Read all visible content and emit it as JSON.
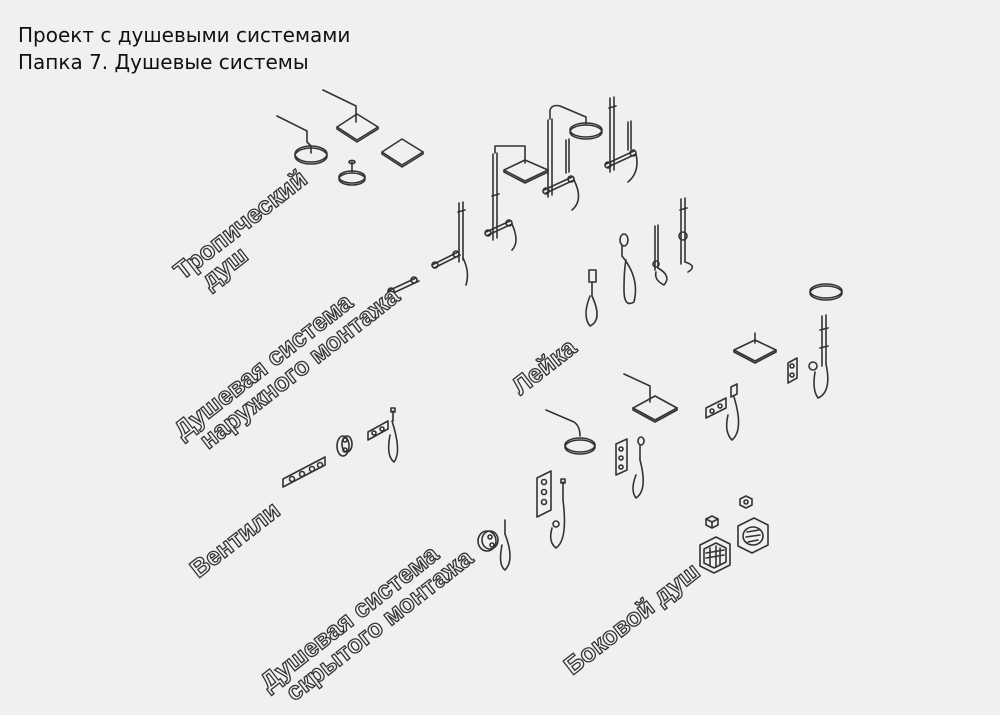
{
  "header": {
    "line1": "Проект с душевыми системами",
    "line2": "Папка 7. Душевые системы"
  },
  "categories": {
    "rain": {
      "line1": "Тропический",
      "line2": "душ"
    },
    "exposed": {
      "line1": "Душевая система",
      "line2": "наружного монтажа"
    },
    "handshower": {
      "line1": "Лейка"
    },
    "valves": {
      "line1": "Вентили"
    },
    "concealed": {
      "line1": "Душевая система",
      "line2": "скрытого монтажа"
    },
    "sideshower": {
      "line1": "Боковой душ"
    }
  },
  "colors": {
    "background": "#f0f0f0",
    "stroke": "#333333",
    "text": "#111111"
  }
}
